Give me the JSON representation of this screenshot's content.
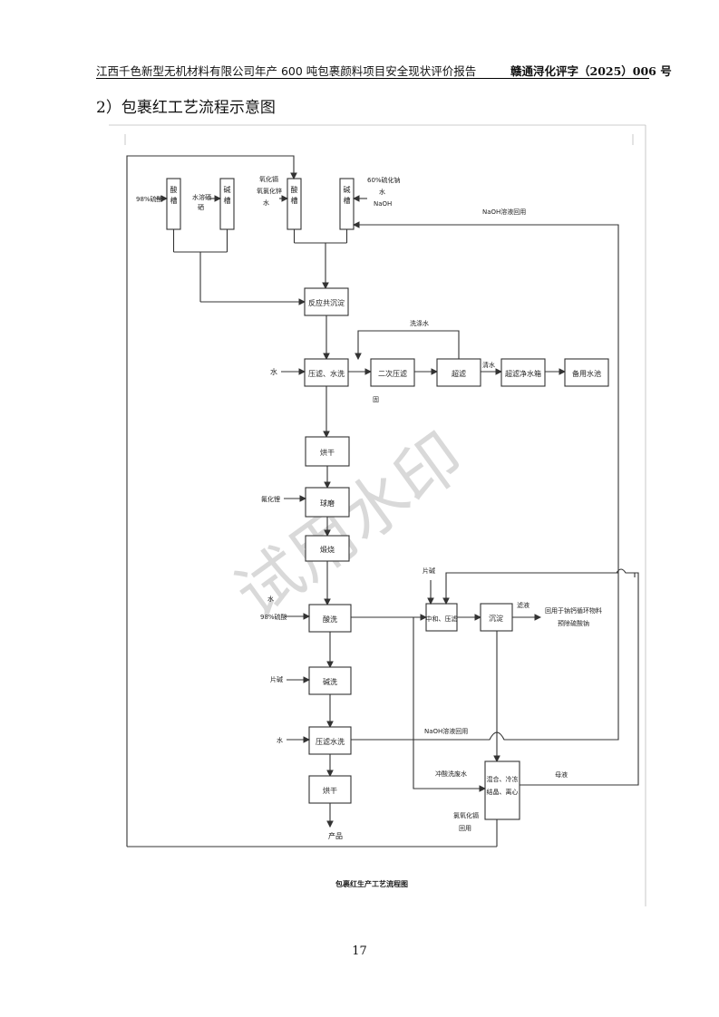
{
  "header": {
    "left": "江西千色新型无机材料有限公司年产 600 吨包裹颜料项目安全现状评价报告",
    "right": "赣通浔化评字（2025）006 号"
  },
  "section_title": "2）包裹红工艺流程示意图",
  "page_number": "17",
  "watermark": "试用水印",
  "flow": {
    "caption": "包裹红生产工艺流程图",
    "boxes": {
      "acid_tank_1": "酸槽",
      "alkali_tank_1": "碱槽",
      "acid_tank_2": "酸槽",
      "alkali_tank_2": "碱槽",
      "reaction": "反应共沉淀",
      "filter_wash": "压滤、水洗",
      "second_filter": "二次压滤",
      "ultrafilter": "超滤",
      "ultra_purifier": "超滤净水箱",
      "standby_pool": "备用水池",
      "dry_1": "烘干",
      "ball_mill": "球磨",
      "calcine": "煅烧",
      "acid_wash": "酸洗",
      "alkali_wash": "碱洗",
      "filter_water_wash": "压滤水洗",
      "dry_2": "烘干",
      "neutralize": "中和、压滤",
      "settle": "沉淀",
      "mix_crystal": "混合、冷冻结晶、离心"
    },
    "labels": {
      "sulfuric_98_top": "98%硫酸",
      "water_reagent": "水溶硒硒",
      "cd_oxide": "氧化镉氧氯化锌水",
      "naoh_60": "60%硫化钠水NaOH",
      "naoh_return_top": "NaOH溶液回用",
      "wash_water": "洗涤水",
      "water_in_1": "水",
      "solid": "固",
      "clear_water": "清水",
      "fluoride": "氟化锂",
      "flake_alkali_top": "片碱",
      "sulfuric_98_mid": "98%硫酸",
      "water_small": "水",
      "filtrate": "滤液",
      "reuse_text": "回用于钠钙循环物料预除硫酸钠",
      "flake_alkali_mid": "片碱",
      "water_in_2": "水",
      "naoh_return_mid": "NaOH溶液回用",
      "acid_wash_water": "冲酸洗废水",
      "mother_liquor": "母液",
      "cd_recycle": "氯氧化镉回用",
      "product": "产品"
    }
  }
}
